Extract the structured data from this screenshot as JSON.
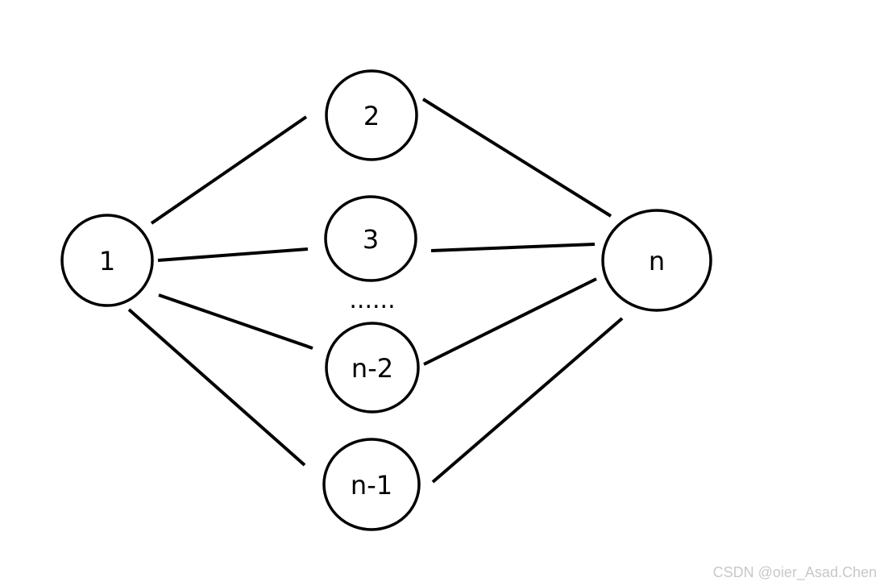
{
  "diagram": {
    "nodes": [
      {
        "id": "1",
        "label": "1"
      },
      {
        "id": "2",
        "label": "2"
      },
      {
        "id": "3",
        "label": "3"
      },
      {
        "id": "n-2",
        "label": "n-2"
      },
      {
        "id": "n-1",
        "label": "n-1"
      },
      {
        "id": "n",
        "label": "n"
      }
    ],
    "edges": [
      {
        "from": "1",
        "to": "2"
      },
      {
        "from": "1",
        "to": "3"
      },
      {
        "from": "1",
        "to": "n-2"
      },
      {
        "from": "1",
        "to": "n-1"
      },
      {
        "from": "2",
        "to": "n"
      },
      {
        "from": "3",
        "to": "n"
      },
      {
        "from": "n-2",
        "to": "n"
      },
      {
        "from": "n-1",
        "to": "n"
      }
    ],
    "ellipsis": "......"
  },
  "watermark": "CSDN @oier_Asad.Chen"
}
